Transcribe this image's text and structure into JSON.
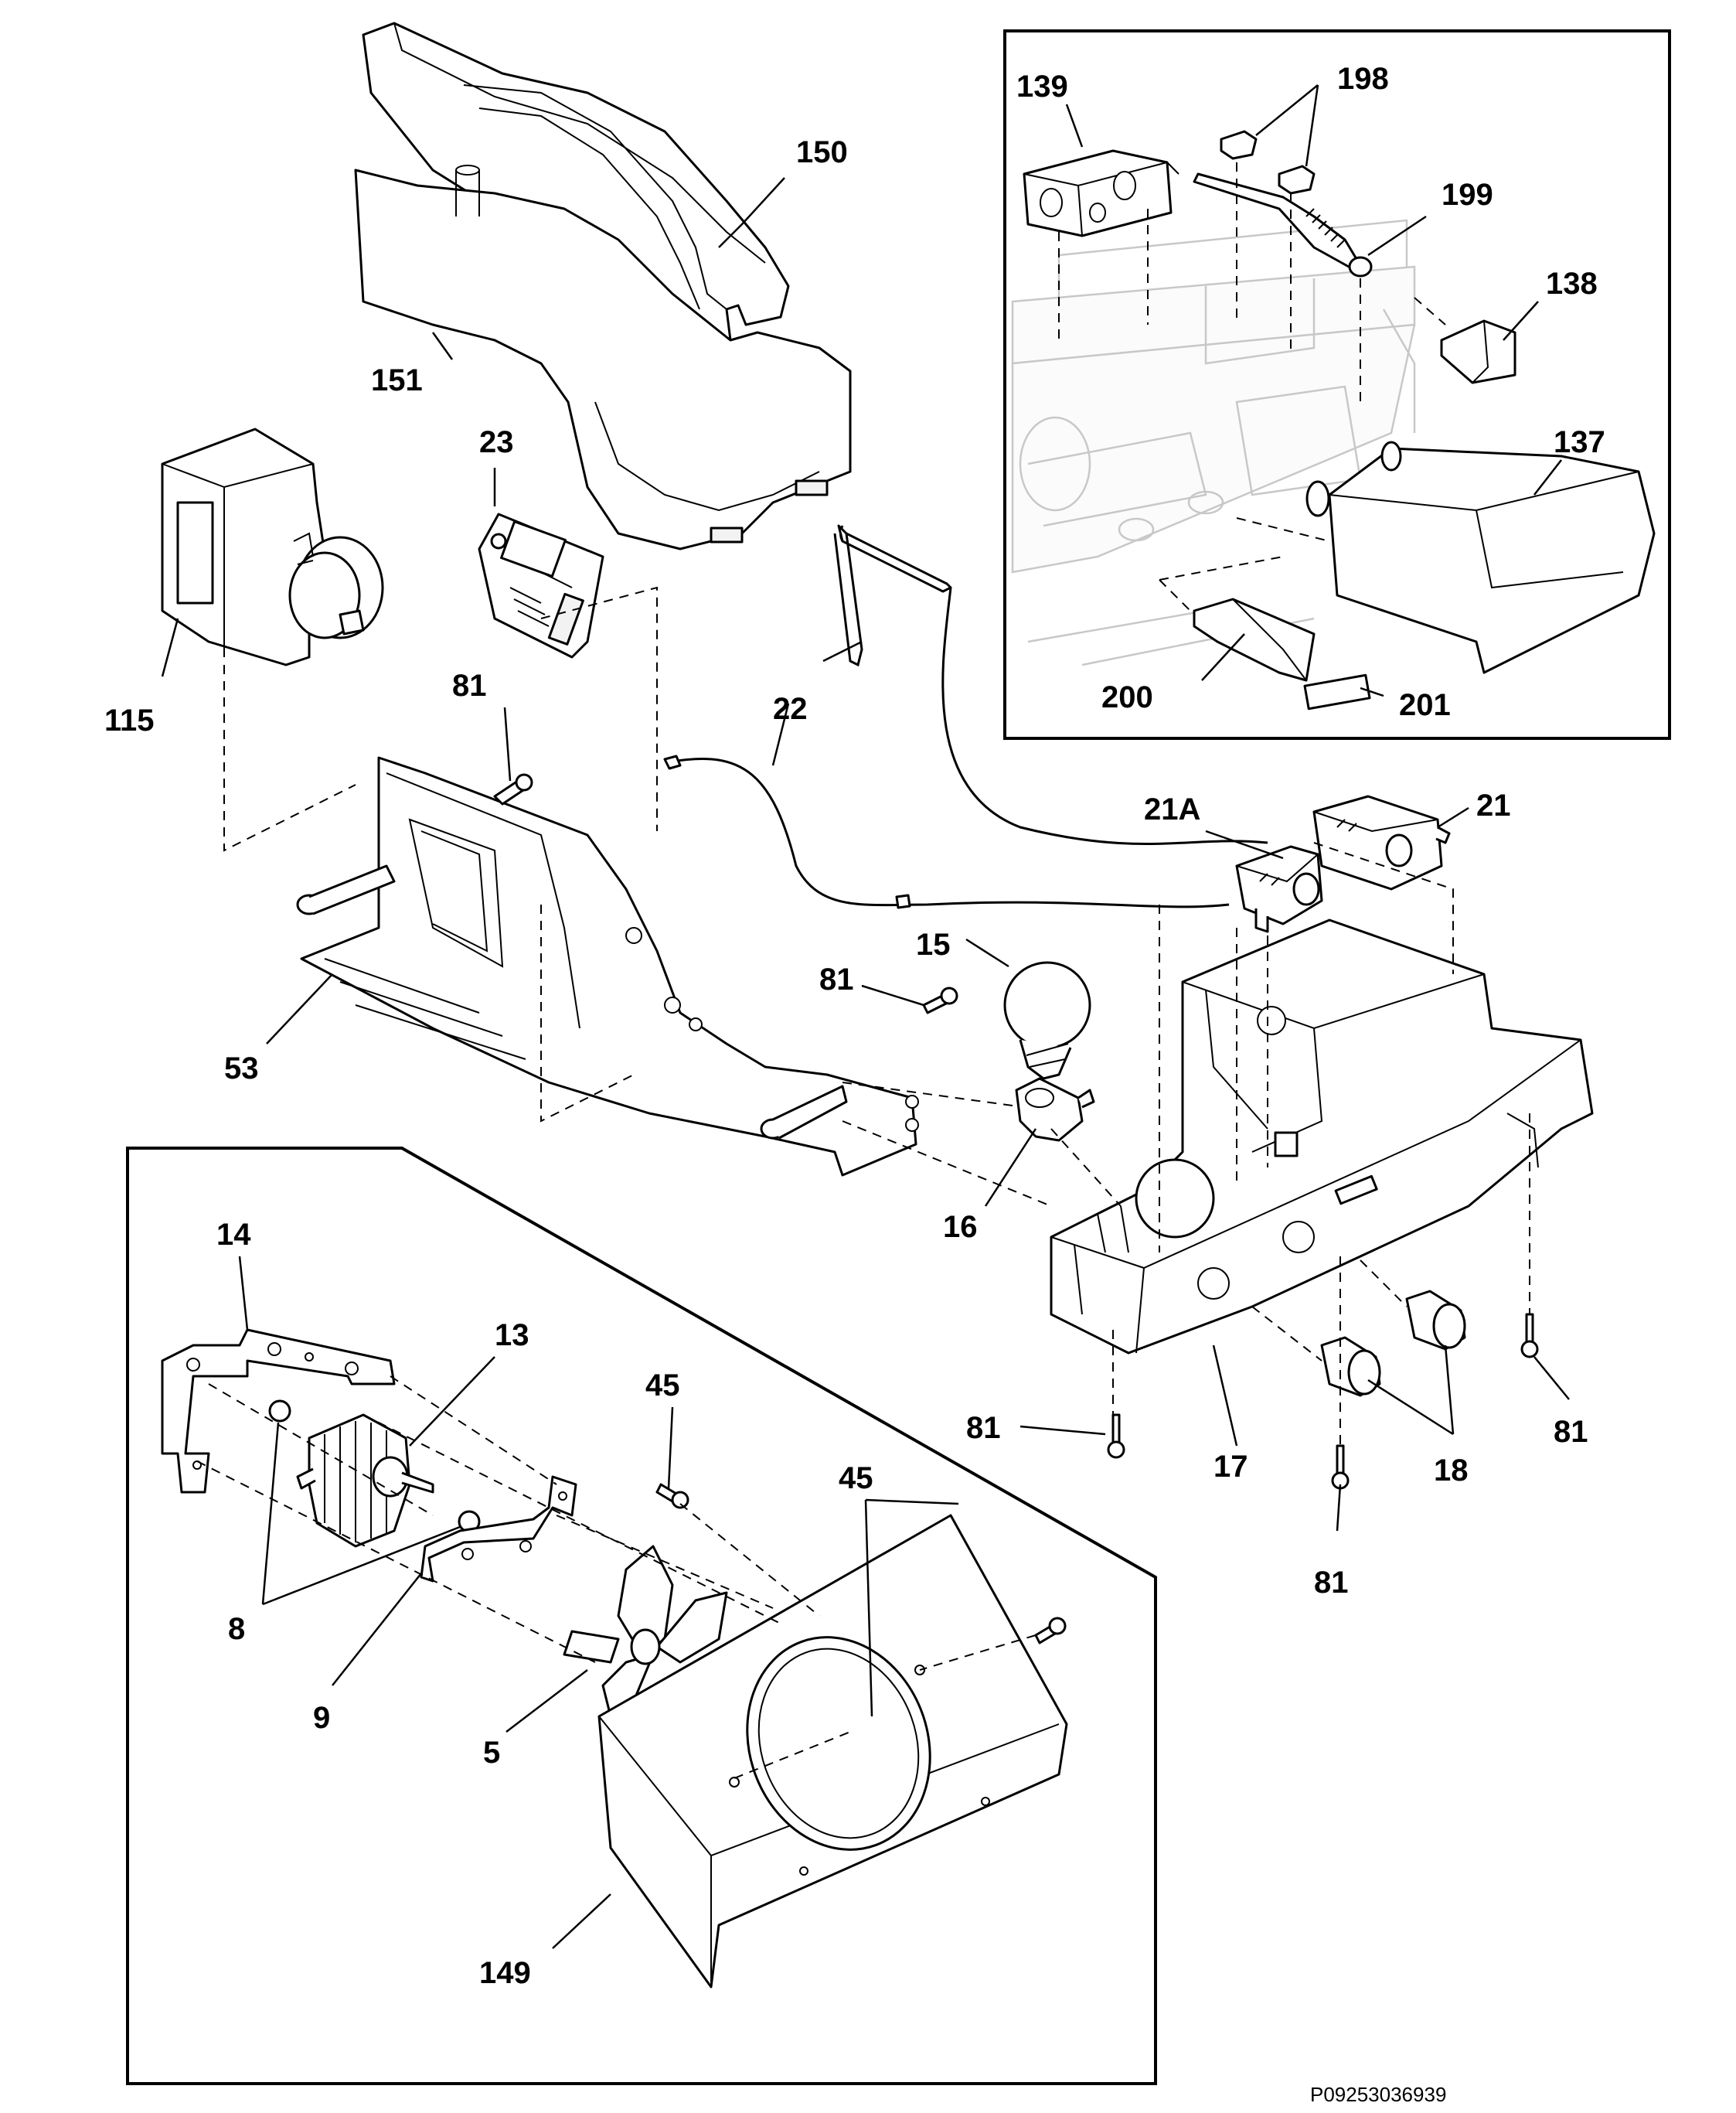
{
  "labels": {
    "l150": "150",
    "l151": "151",
    "l23": "23",
    "l115": "115",
    "l81a": "81",
    "l22": "22",
    "l53": "53",
    "l15": "15",
    "l81b": "81",
    "l16": "16",
    "l21A": "21A",
    "l21": "21",
    "l17": "17",
    "l18": "18",
    "l81c": "81",
    "l81d": "81",
    "l81e": "81",
    "l139": "139",
    "l198": "198",
    "l199": "199",
    "l138": "138",
    "l137": "137",
    "l200": "200",
    "l201": "201",
    "l14": "14",
    "l13": "13",
    "l45a": "45",
    "l45b": "45",
    "l8": "8",
    "l9": "9",
    "l5": "5",
    "l149": "149"
  },
  "reference_code": "P09253036939"
}
